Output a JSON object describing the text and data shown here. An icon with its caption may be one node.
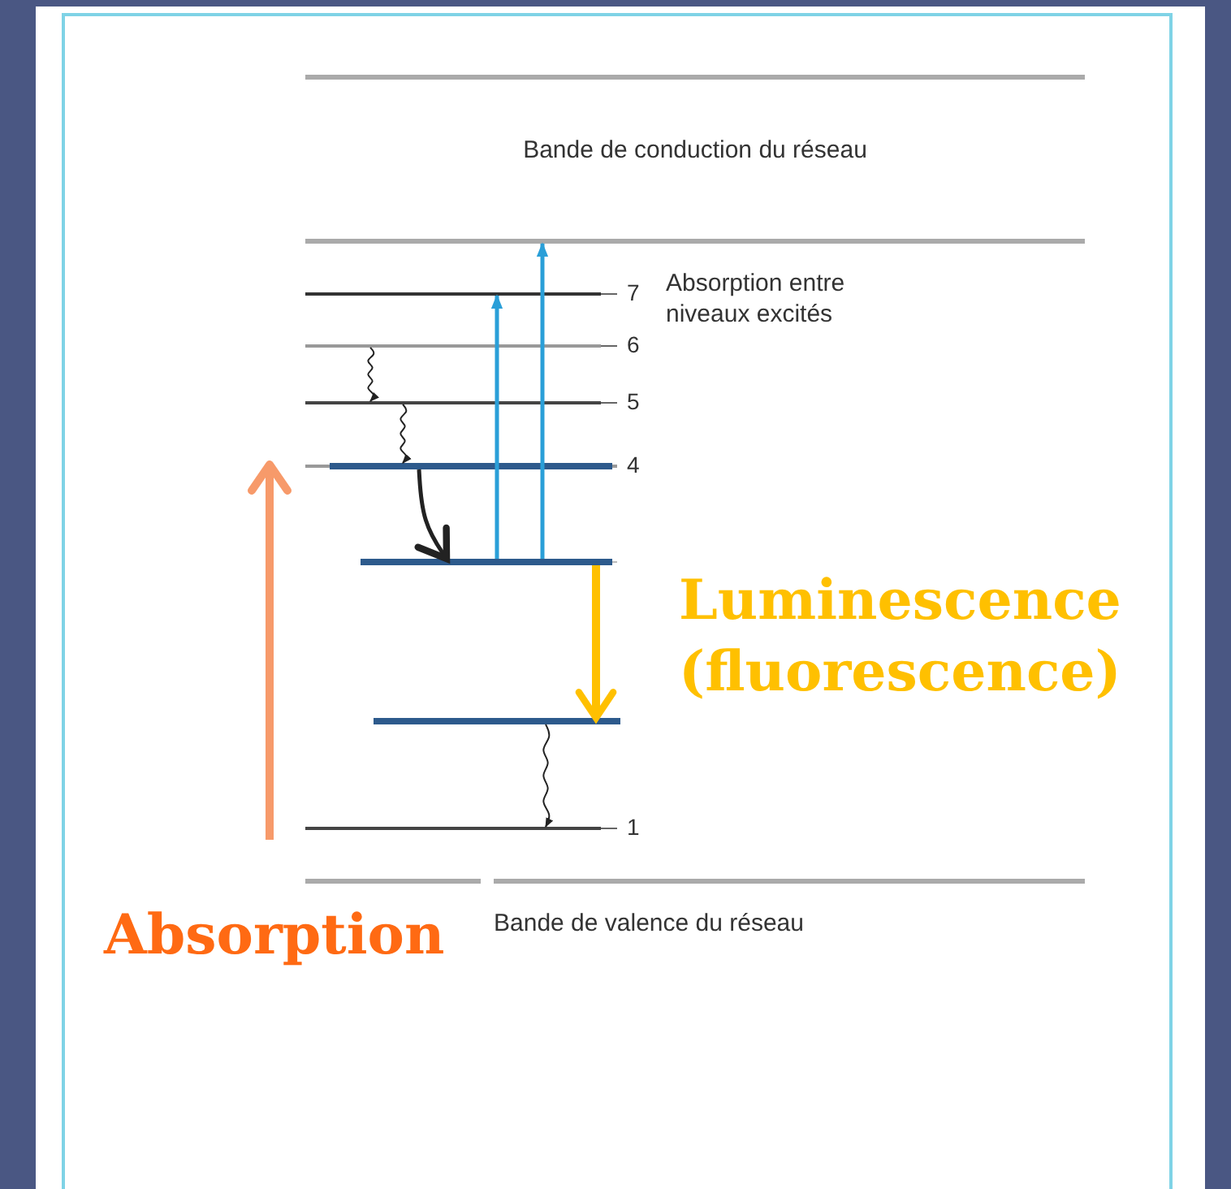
{
  "diagram": {
    "nodes": [
      {
        "text": [
          "Bande de conduction du réseau"
        ]
      },
      {
        "text": [],
        "shape": "bar",
        "beside": [
          "7"
        ]
      },
      {
        "text": [],
        "shape": "bar",
        "beside": [
          "6"
        ]
      },
      {
        "text": [],
        "shape": "bar",
        "beside": [
          "5"
        ]
      },
      {
        "text": [],
        "shape": "bar",
        "beside": [
          "4"
        ]
      },
      {
        "text": [],
        "shape": "bar"
      },
      {
        "text": [],
        "shape": "bar"
      },
      {
        "text": [],
        "shape": "bar",
        "beside": [
          "1"
        ]
      },
      {
        "text": [
          "Bande de valence du réseau"
        ]
      }
    ],
    "edges": [
      {
        "from": 2,
        "to": 3,
        "arrow": "to"
      },
      {
        "from": 3,
        "to": 4,
        "arrow": "to"
      },
      {
        "from": 4,
        "to": 5,
        "arrow": "to"
      },
      {
        "from": 5,
        "to": 1,
        "arrow": "to",
        "color": "#2a9fd8"
      },
      {
        "from": 5,
        "to": 0,
        "arrow": "to",
        "color": "#2a9fd8"
      },
      {
        "from": 5,
        "to": 6,
        "arrow": "to",
        "style": "thick",
        "color": "#ffc000"
      },
      {
        "from": 6,
        "to": 7,
        "arrow": "to"
      }
    ],
    "labels": [
      "Absorption entre niveaux excités",
      "Luminescence (fluorescence)",
      "Absorption"
    ]
  }
}
